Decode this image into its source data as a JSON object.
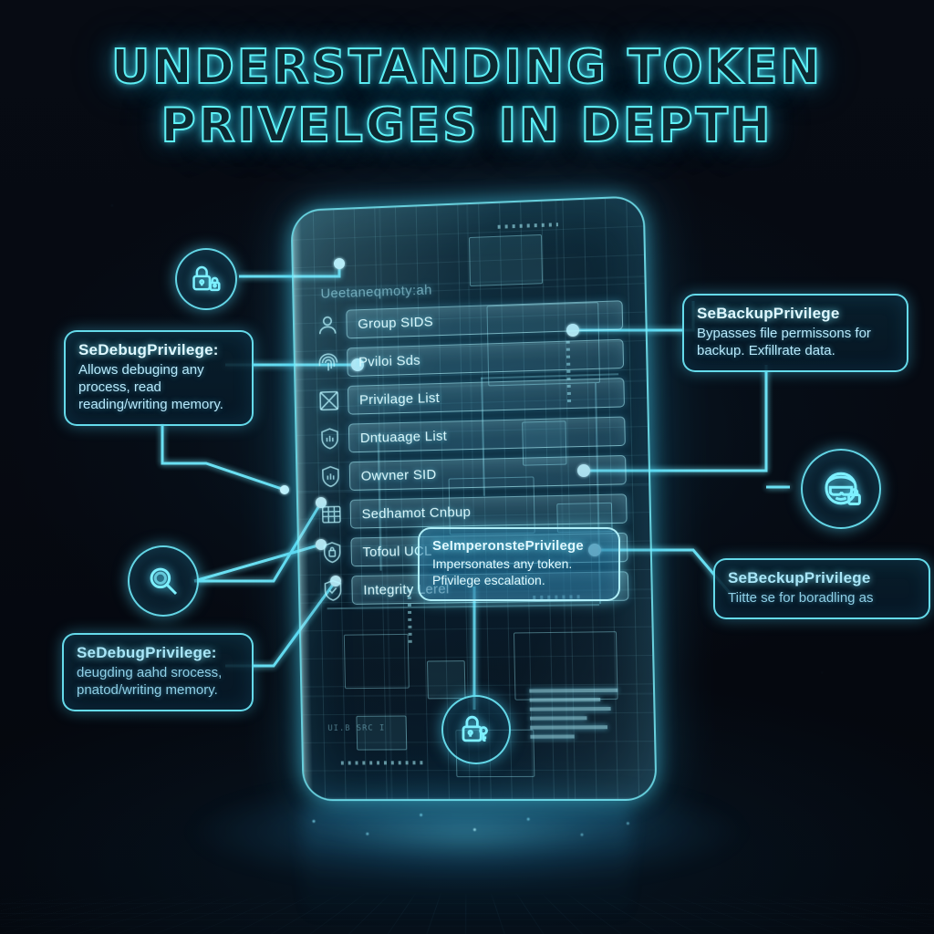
{
  "title": {
    "line1": "UNDERSTANDING TOKEN",
    "line2": "PRIVELGES IN DEPTH"
  },
  "panel": {
    "header": "Ueetaneqmoty:ah",
    "footer_code": "UI.B SRC I",
    "rows": [
      {
        "icon": "user-icon",
        "label": "Group SIDS"
      },
      {
        "icon": "fingerprint-icon",
        "label": "Pviloi Sds"
      },
      {
        "icon": "grid-x-icon",
        "label": "Privilage List"
      },
      {
        "icon": "shield-icon",
        "label": "Dntuaage List"
      },
      {
        "icon": "shield-icon",
        "label": "Owvner SID"
      },
      {
        "icon": "table-icon",
        "label": "Sedhamot Cnbup"
      },
      {
        "icon": "shield-lock-icon",
        "label": "Tofoul UCL"
      },
      {
        "icon": "shield-check-icon",
        "label": "Integrity Lerel"
      }
    ]
  },
  "callouts": [
    {
      "id": "se-debug-privilege-top-left",
      "title": "SeDebugPrivilege:",
      "body": "Allows debuging any process, read reading/writing memory."
    },
    {
      "id": "se-backup-privilege-top-right",
      "title": "SeBackupPrivilege",
      "body": "Bypasses file permissons for backup. Exfillrate data."
    },
    {
      "id": "se-impersonate-privilege-center",
      "title": "SeImperonstePrivilege",
      "body": "Impersonates any token. Pfivilege escalation."
    },
    {
      "id": "se-backup-privilege-bottom-right",
      "title": "SeBeckupPrivilege",
      "body": "Tiitte se for boradling as"
    },
    {
      "id": "se-debug-privilege-bottom-left",
      "title": "SeDebugPrivilege:",
      "body": "deugding aahd srocess, pnatod/writing memory."
    }
  ],
  "badges": [
    {
      "id": "lock-badge-top-left",
      "icon": "padlock-icon"
    },
    {
      "id": "search-badge-left",
      "icon": "magnifier-icon"
    },
    {
      "id": "mask-badge-right",
      "icon": "masked-face-lock-icon"
    },
    {
      "id": "key-lock-badge-bottom",
      "icon": "padlock-key-icon"
    }
  ],
  "colors": {
    "accent": "#6eebfc",
    "accent_bright": "#bff8ff",
    "background": "#05080f",
    "panel_fill": "#1b6e96"
  }
}
